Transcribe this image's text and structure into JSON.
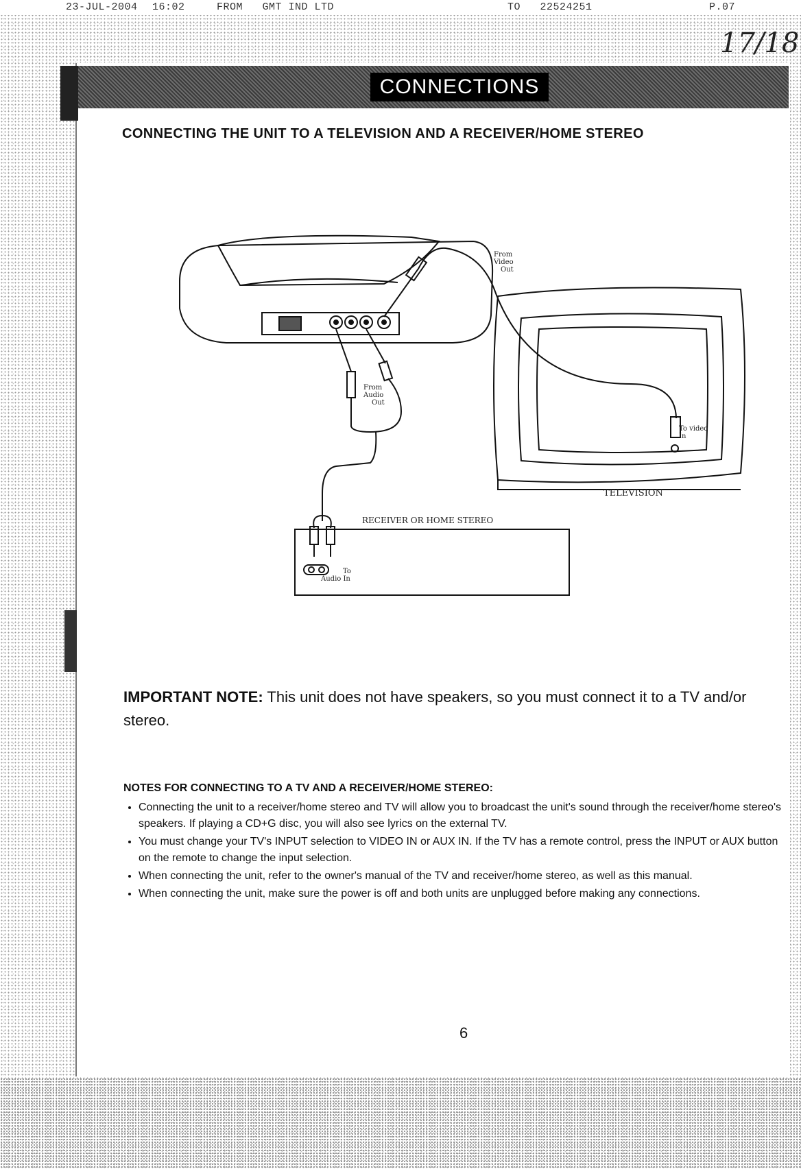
{
  "fax_header": {
    "date": "23-JUL-2004",
    "time": "16:02",
    "from": "FROM   GMT IND LTD",
    "to": "TO   22524251",
    "page": "P.07"
  },
  "handwritten_mark": "17/18",
  "banner_title": "CONNECTIONS",
  "section_title": "CONNECTING THE UNIT TO A TELEVISION AND A RECEIVER/HOME STEREO",
  "diagram": {
    "from_video_out": [
      "From",
      "Video",
      "Out"
    ],
    "from_audio_out": [
      "From",
      "Audio",
      "Out"
    ],
    "to_video_in": [
      "To video",
      "In"
    ],
    "television_label": "TELEVISION",
    "receiver_label": "RECEIVER OR HOME STEREO",
    "to_audio_in": [
      "To",
      "Audio In"
    ]
  },
  "important_note": {
    "lead": "IMPORTANT NOTE:",
    "text": "This unit does not have speakers, so you must connect it to a TV and/or stereo."
  },
  "notes": {
    "heading": "NOTES FOR CONNECTING TO A TV AND A RECEIVER/HOME STEREO:",
    "items": [
      "Connecting the unit to a receiver/home stereo and TV will allow you to broadcast the unit's sound through the receiver/home stereo's speakers. If playing a CD+G disc, you will also see lyrics on the external TV.",
      "You must change your TV's INPUT selection to VIDEO IN or AUX IN. If the TV has a remote control, press the INPUT or AUX button on the remote to change the input selection.",
      "When connecting the unit, refer to the owner's manual of the TV and receiver/home stereo, as well as this manual.",
      "When connecting the unit, make sure the power is off and both units are unplugged before making any connections."
    ]
  },
  "page_number": "6"
}
